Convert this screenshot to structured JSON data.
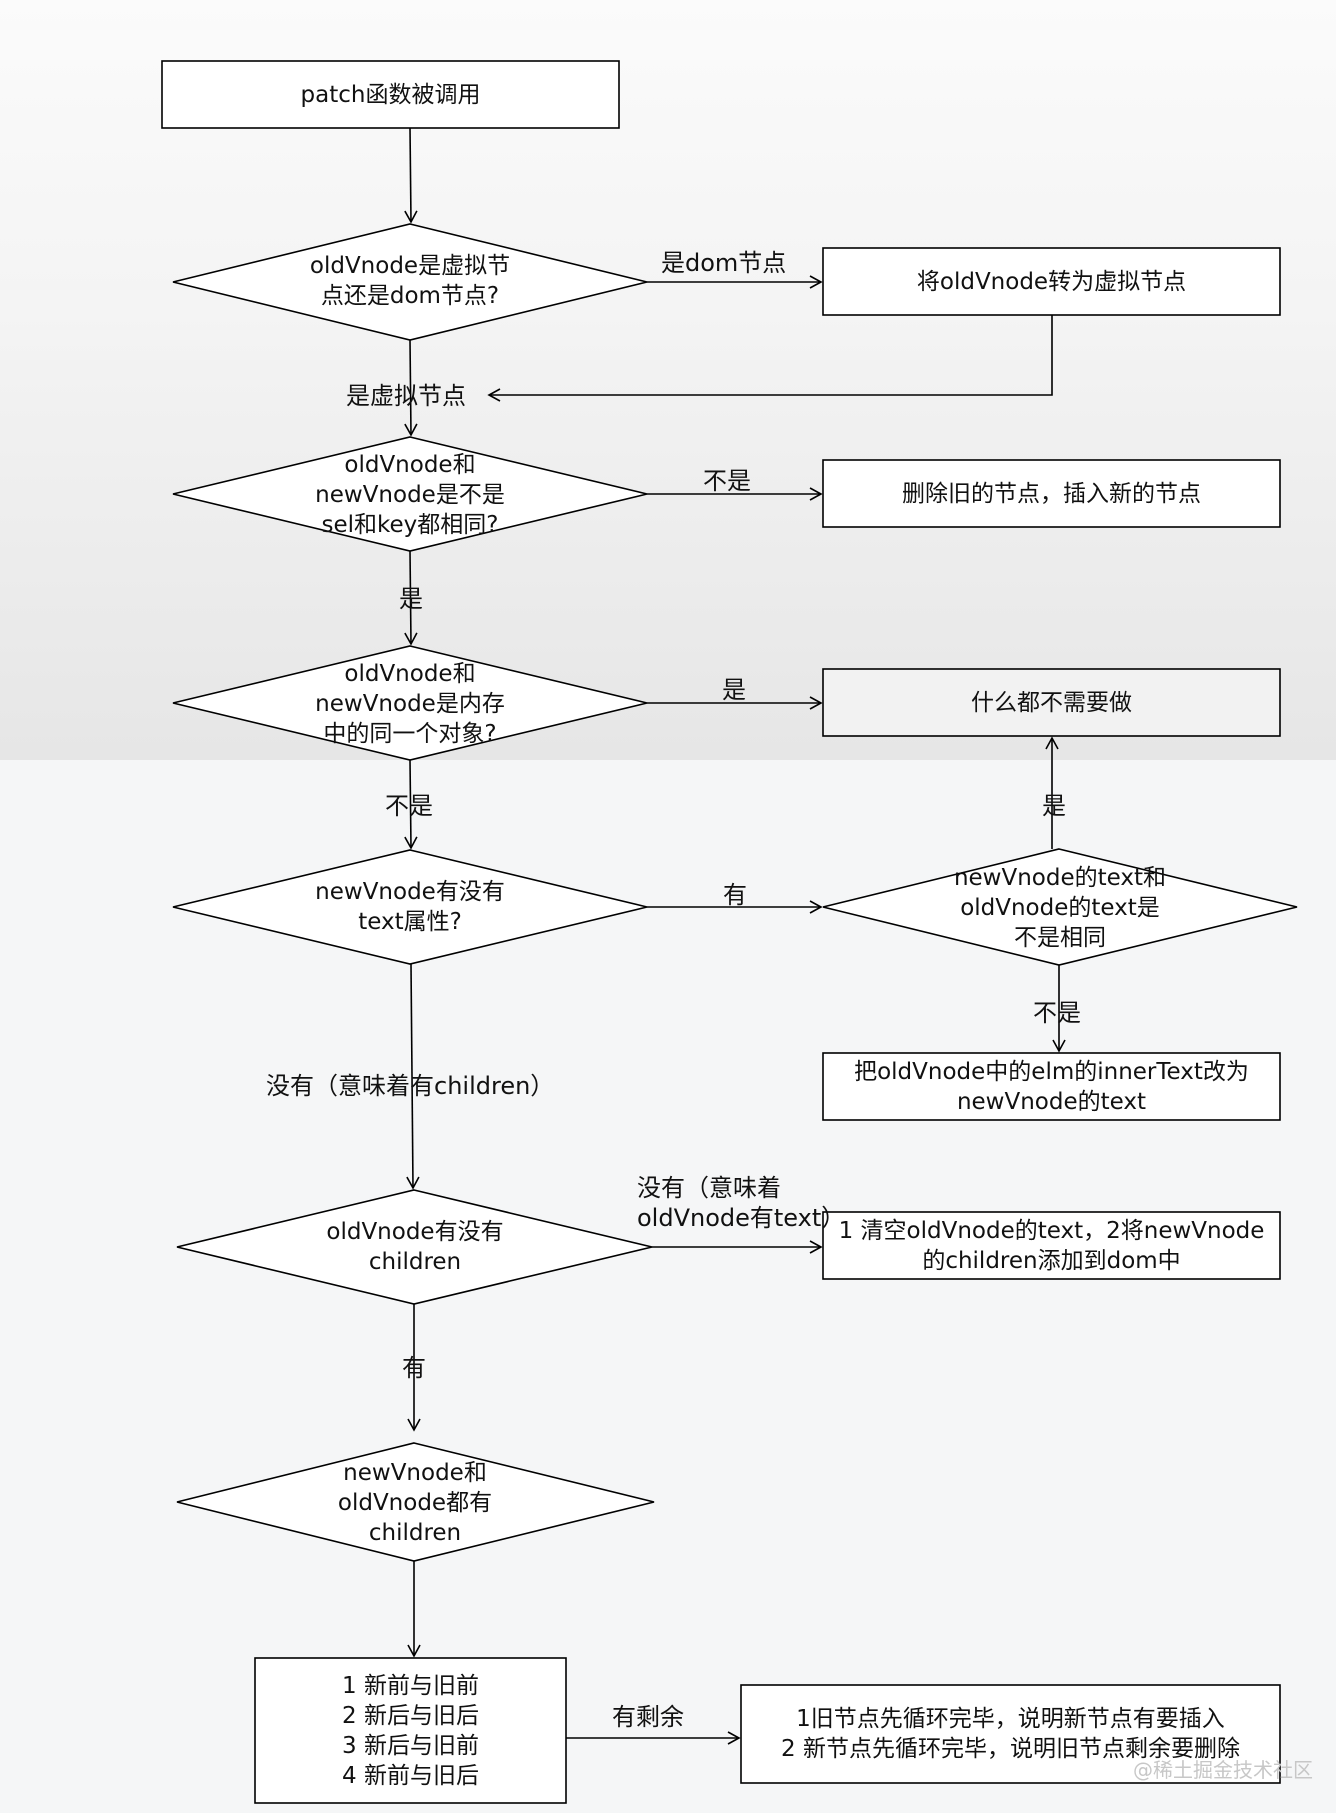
{
  "diagram": {
    "nodes": {
      "start": "patch函数被调用",
      "is_vnode": "oldVnode是虚拟节\n点还是dom节点?",
      "to_vnode": "将oldVnode转为虚拟节点",
      "same_sel_key": "oldVnode和\nnewVnode是不是\nsel和key都相同?",
      "delete_insert": "删除旧的节点，插入新的节点",
      "same_object": "oldVnode和\nnewVnode是内存\n中的同一个对象?",
      "do_nothing": "什么都不需要做",
      "has_text": "newVnode有没有\ntext属性?",
      "text_same": "newVnode的text和\noldVnode的text是\n不是相同",
      "set_inner_text": "把oldVnode中的elm的innerText改为\nnewVnode的text",
      "old_has_children": "oldVnode有没有\nchildren",
      "clear_add": "1 清空oldVnode的text，2将newVnode\n的children添加到dom中",
      "both_children": "newVnode和\noldVnode都有\nchildren",
      "compare_strategies": "1 新前与旧前\n2 新后与旧后\n3 新后与旧前\n4 新前与旧后",
      "remaining": "1旧节点先循环完毕，说明新节点有要插入\n2 新节点先循环完毕，说明旧节点剩余要删除"
    },
    "edges": {
      "is_dom": "是dom节点",
      "is_virtual": "是虚拟节点",
      "not_same_key": "不是",
      "same_key": "是",
      "same_obj_yes": "是",
      "same_obj_no": "不是",
      "has_text_yes": "有",
      "text_same_yes": "是",
      "text_same_no": "不是",
      "no_text": "没有（意味着有children）",
      "no_children": "没有（意味着\noldVnode有text）",
      "has_children": "有",
      "has_remaining": "有剩余"
    }
  },
  "watermark": "@稀土掘金技术社区"
}
